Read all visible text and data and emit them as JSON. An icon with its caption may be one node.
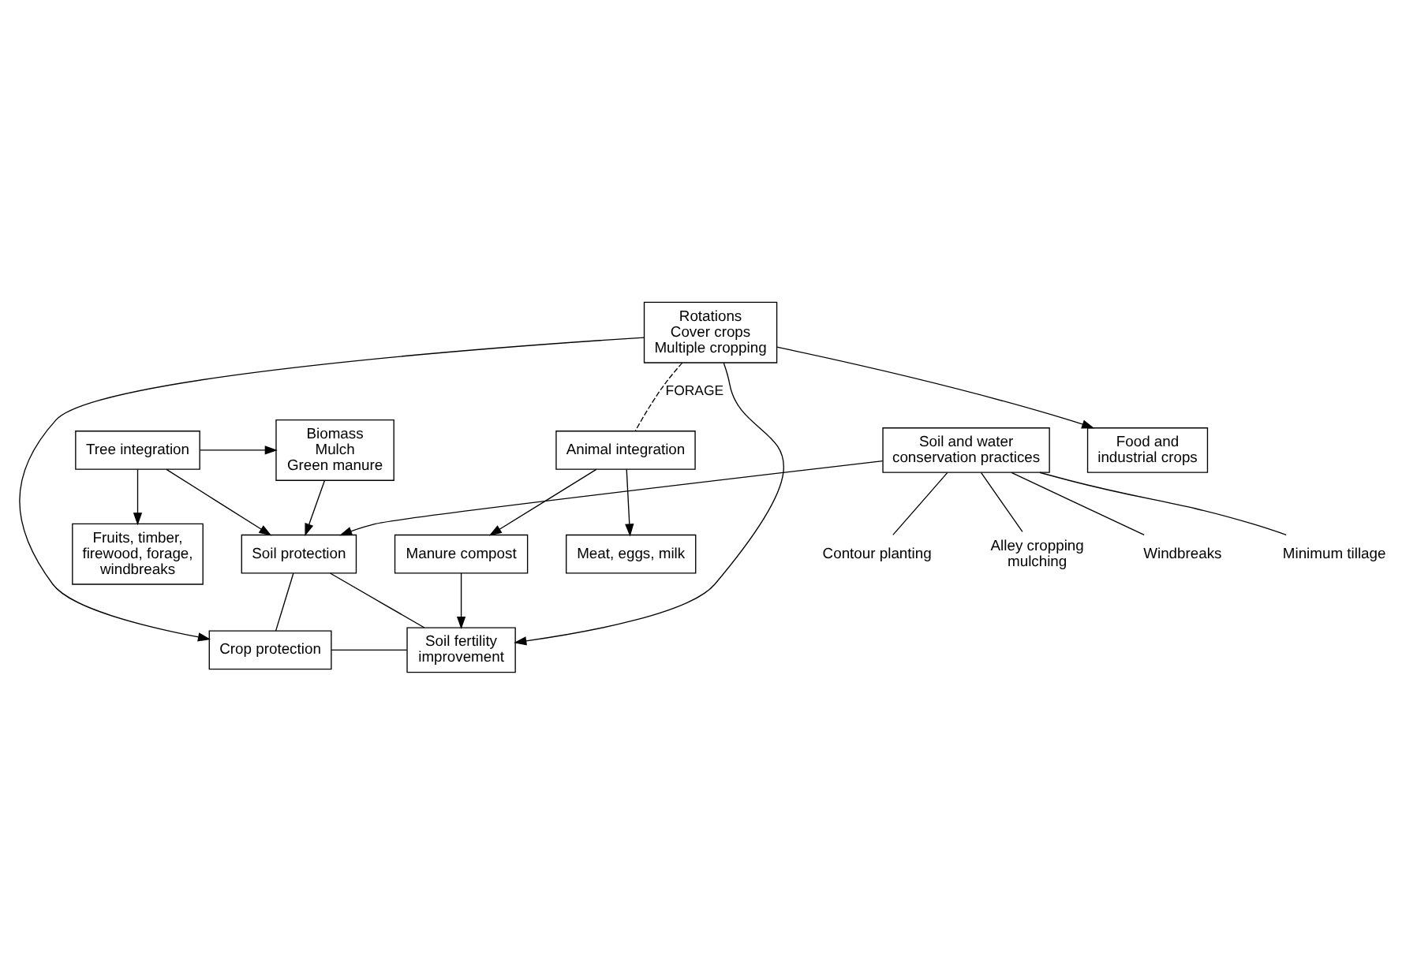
{
  "diagram": {
    "nodes": [
      {
        "text": [
          "Fruits, timber, firewood, forage, windbreaks"
        ]
      },
      {
        "text": [
          "Biomass",
          "Mulch",
          "Green manure"
        ]
      },
      {
        "text": [
          "Tree integration"
        ]
      },
      {
        "text": [
          "Soil and water conservation practices"
        ]
      },
      {
        "text": [
          "Alley cropping mulching"
        ]
      },
      {
        "text": [
          "Windbreaks"
        ]
      },
      {
        "text": [
          "Minimum tillage"
        ]
      },
      {
        "text": [
          "Contour planting"
        ]
      },
      {
        "text": [
          "Soil protection"
        ]
      },
      {
        "text": [
          "Crop protection"
        ]
      },
      {
        "text": [
          "Soil fertility improvement"
        ]
      },
      {
        "text": [
          "Rotations",
          "Cover crops",
          "Multiple cropping"
        ]
      },
      {
        "text": [
          "Manure compost"
        ]
      },
      {
        "text": [
          "Food and industrial crops"
        ]
      },
      {
        "text": [
          "Animal integration"
        ]
      },
      {
        "text": [
          "Meat, eggs, milk"
        ]
      }
    ],
    "edges": [
      {
        "from": 2,
        "to": 0,
        "arrow": "to"
      },
      {
        "from": 2,
        "to": 1,
        "arrow": "to"
      },
      {
        "from": 2,
        "to": 8,
        "arrow": "to"
      },
      {
        "from": 1,
        "to": 8,
        "arrow": "to"
      },
      {
        "from": 3,
        "to": 8,
        "arrow": "to"
      },
      {
        "from": 3,
        "to": 4,
        "arrow": "none"
      },
      {
        "from": 3,
        "to": 5,
        "arrow": "none"
      },
      {
        "from": 3,
        "to": 6,
        "arrow": "none"
      },
      {
        "from": 3,
        "to": 7,
        "arrow": "none"
      },
      {
        "from": 8,
        "to": 9,
        "arrow": "none"
      },
      {
        "from": 8,
        "to": 10,
        "arrow": "none"
      },
      {
        "from": 9,
        "to": 10,
        "arrow": "none"
      },
      {
        "from": 11,
        "to": 9,
        "arrow": "to"
      },
      {
        "from": 11,
        "to": 10,
        "arrow": "to"
      },
      {
        "from": 11,
        "to": 13,
        "arrow": "to"
      },
      {
        "from": 11,
        "to": 14,
        "arrow": "none",
        "style": "dashed",
        "label": "FORAGE"
      },
      {
        "from": 12,
        "to": 10,
        "arrow": "to"
      },
      {
        "from": 14,
        "to": 12,
        "arrow": "to"
      },
      {
        "from": 14,
        "to": 15,
        "arrow": "to"
      }
    ]
  }
}
